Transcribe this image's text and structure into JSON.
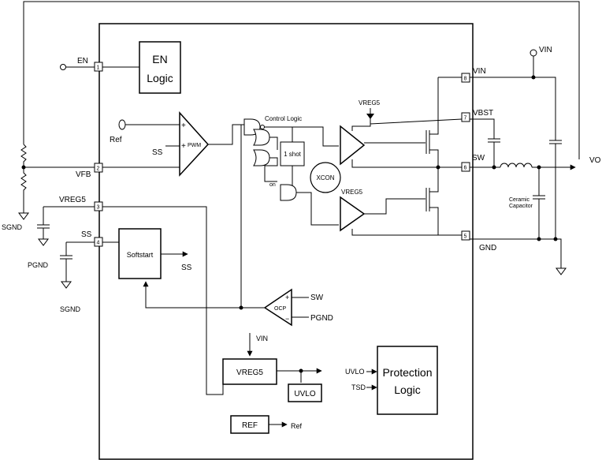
{
  "pins": {
    "en": {
      "num": "1",
      "label": "EN"
    },
    "vfb": {
      "num": "2",
      "label": "VFB"
    },
    "vreg5": {
      "num": "3",
      "label": "VREG5"
    },
    "ss": {
      "num": "4",
      "label": "SS"
    },
    "gnd": {
      "num": "5",
      "label": "GND"
    },
    "sw": {
      "num": "6",
      "label": "SW"
    },
    "vbst": {
      "num": "7",
      "label": "VBST"
    },
    "vin": {
      "num": "8",
      "label": "VIN"
    }
  },
  "blocks": {
    "en_logic": {
      "line1": "EN",
      "line2": "Logic"
    },
    "softstart": "Softstart",
    "vreg5": "VREG5",
    "uvlo": "UVLO",
    "protection": {
      "line1": "Protection",
      "line2": "Logic"
    },
    "ref": "REF",
    "one_shot": "1 shot",
    "xcon": "XCON"
  },
  "labels": {
    "ref_in": "Ref",
    "ss_in": "SS",
    "pwm_plus": "+",
    "pwm_minus": "+",
    "pwm": "PWM",
    "control_logic": "Control Logic",
    "on": "on",
    "ocp": "OCP",
    "ocp_sw": "SW",
    "ocp_pgnd": "PGND",
    "ocp_plus": "+",
    "ocp_minus": "−",
    "ss_out": "SS",
    "vin_vreg": "VIN",
    "uvlo_in": "UVLO",
    "tsd_in": "TSD",
    "ref_out": "Ref",
    "vreg5_hs": "VREG5",
    "vreg5_ls": "VREG5",
    "vin_top": "VIN",
    "vo": "VO",
    "ceramic1": "Ceramic",
    "ceramic2": "Capacitor",
    "sgnd1": "SGND",
    "pgnd": "PGND",
    "sgnd2": "SGND"
  }
}
